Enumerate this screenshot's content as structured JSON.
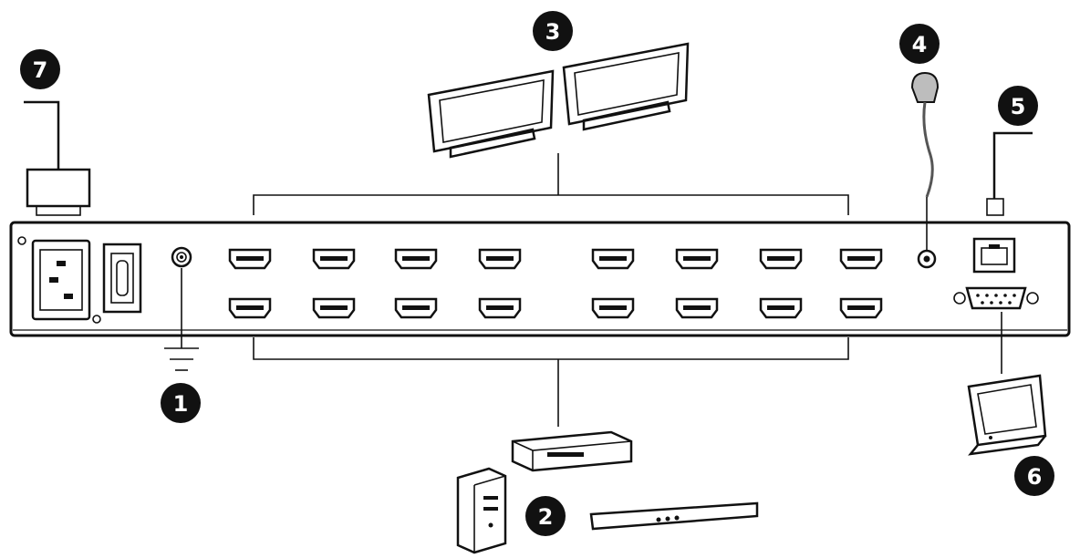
{
  "callouts": [
    {
      "id": "1",
      "label": "1"
    },
    {
      "id": "2",
      "label": "2"
    },
    {
      "id": "3",
      "label": "3"
    },
    {
      "id": "4",
      "label": "4"
    },
    {
      "id": "5",
      "label": "5"
    },
    {
      "id": "6",
      "label": "6"
    },
    {
      "id": "7",
      "label": "7"
    }
  ],
  "hdmi_ports": {
    "top_row": 8,
    "bottom_row": 8
  },
  "colors": {
    "ink": "#111111",
    "fill_light": "#f2f2f2",
    "badge": "#111111"
  }
}
